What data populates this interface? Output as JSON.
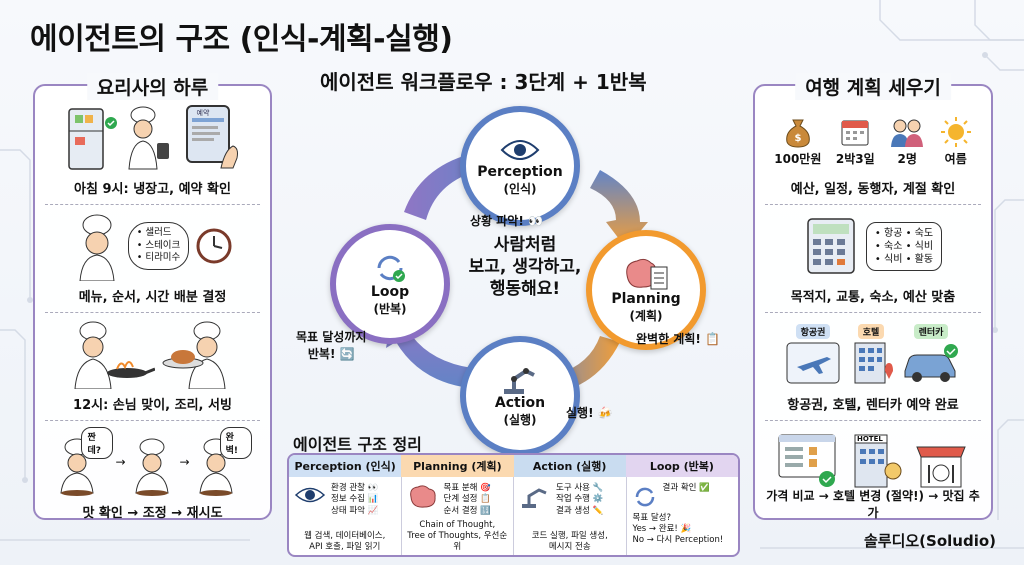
{
  "title": "에이전트의 구조 (인식-계획-실행)",
  "left_panel": {
    "title": "요리사의 하루",
    "sections": [
      {
        "caption": "아침 9시: 냉장고, 예약 확인",
        "tablet_label": "예약"
      },
      {
        "caption": "메뉴, 순서, 시간 배분 결정",
        "menu_items": [
          "• 샐러드",
          "• 스테이크",
          "• 티라미수"
        ]
      },
      {
        "caption": "12시: 손님 맞이, 조리, 서빙"
      },
      {
        "caption": "맛 확인 → 조정 → 재시도",
        "bubble1": "짠데?",
        "bubble2": "완벽!"
      }
    ]
  },
  "workflow": {
    "title": "에이전트 워크플로우 : 3단계 + 1반복",
    "center": [
      "사람처럼",
      "보고, 생각하고,",
      "행동해요!"
    ],
    "nodes": {
      "perception": {
        "name": "Perception",
        "sub": "(인식)"
      },
      "planning": {
        "name": "Planning",
        "sub": "(계획)"
      },
      "action": {
        "name": "Action",
        "sub": "(실행)"
      },
      "loop": {
        "name": "Loop",
        "sub": "(반복)"
      }
    },
    "notes": {
      "perception": "상황 파악! 👀",
      "planning": "완벽한 계획! 📋",
      "action": "실행! 🍻",
      "loop_line1": "목표 달성까지",
      "loop_line2": "반복! 🔄"
    }
  },
  "summary": {
    "title": "에이전트 구조 정리",
    "headers": [
      "Perception (인식)",
      "Planning (계획)",
      "Action (실행)",
      "Loop (반복)"
    ],
    "header_colors": [
      "#cfe0f4",
      "#fbd9b0",
      "#c9dcf0",
      "#e2d5f0"
    ],
    "columns": [
      {
        "items": [
          "환경 관찰 👀",
          "정보 수집 📊",
          "상태 파악 📈"
        ],
        "bottom": [
          "웹 검색, 데이터베이스,",
          "API 호출, 파일 읽기"
        ]
      },
      {
        "items": [
          "목표 분해 🎯",
          "단계 설정 📋",
          "순서 결정 🔢"
        ],
        "bottom": [
          "Chain of Thought,",
          "Tree of Thoughts, 우선순위"
        ]
      },
      {
        "items": [
          "도구 사용 🔧",
          "작업 수행 ⚙️",
          "결과 생성 ✏️"
        ],
        "bottom": [
          "코드 실행, 파일 생성,",
          "메시지 전송"
        ]
      },
      {
        "items": [
          "결과 확인 ✅",
          "",
          "목표 달성?",
          "Yes → 완료! 🎉",
          "No → 다시 Perception!"
        ],
        "bottom": []
      }
    ]
  },
  "right_panel": {
    "title": "여행 계획 세우기",
    "stats": [
      "100만원",
      "2박3일",
      "2명",
      "여름"
    ],
    "sections": [
      {
        "caption": "예산, 일정, 동행자, 계절 확인"
      },
      {
        "caption": "목적지, 교통, 숙소, 예산 맞춤",
        "bubble": [
          "• 항공  • 숙도",
          "• 숙소  • 식비",
          "• 식비  • 활동"
        ]
      },
      {
        "caption": "항공권, 호텔, 렌터카 예약 완료",
        "tags": [
          "항공권",
          "호텔",
          "렌터카"
        ]
      },
      {
        "caption": "가격 비교 → 호텔 변경 (절약!) → 맛집 추가",
        "hotel_label": "HOTEL"
      }
    ]
  },
  "brand": "솔루디오(Soludio)",
  "colors": {
    "accent": "#9a86c2",
    "blue": "#5b7fc4",
    "orange": "#f29a2e",
    "purple": "#8a6fc2"
  }
}
